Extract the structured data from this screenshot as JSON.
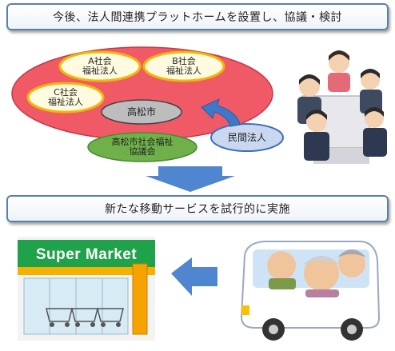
{
  "banner_top": "今後、法人間連携プラットホームを設置し、協議・検討",
  "banner_bottom": "新たな移動サービスを試行的に実施",
  "diagram": {
    "org_a": {
      "line1": "A社会",
      "line2": "福祉法人"
    },
    "org_b": {
      "line1": "B社会",
      "line2": "福祉法人"
    },
    "org_c": {
      "line1": "C社会",
      "line2": "福祉法人"
    },
    "city": "高松市",
    "council": {
      "line1": "高松市社会福祉",
      "line2": "協議会"
    },
    "private": "民間法人"
  },
  "supermarket_sign": "Super Market",
  "colors": {
    "outer_ellipse": "#ef5a66",
    "org_fill": "#fffbe0",
    "org_border": "#f2b705",
    "city_fill": "#bdbdbd",
    "council_fill": "#6fb04a",
    "private_fill": "#c9d8f0",
    "arrow_blue": "#3f78c8",
    "store_green": "#1fa24a"
  }
}
